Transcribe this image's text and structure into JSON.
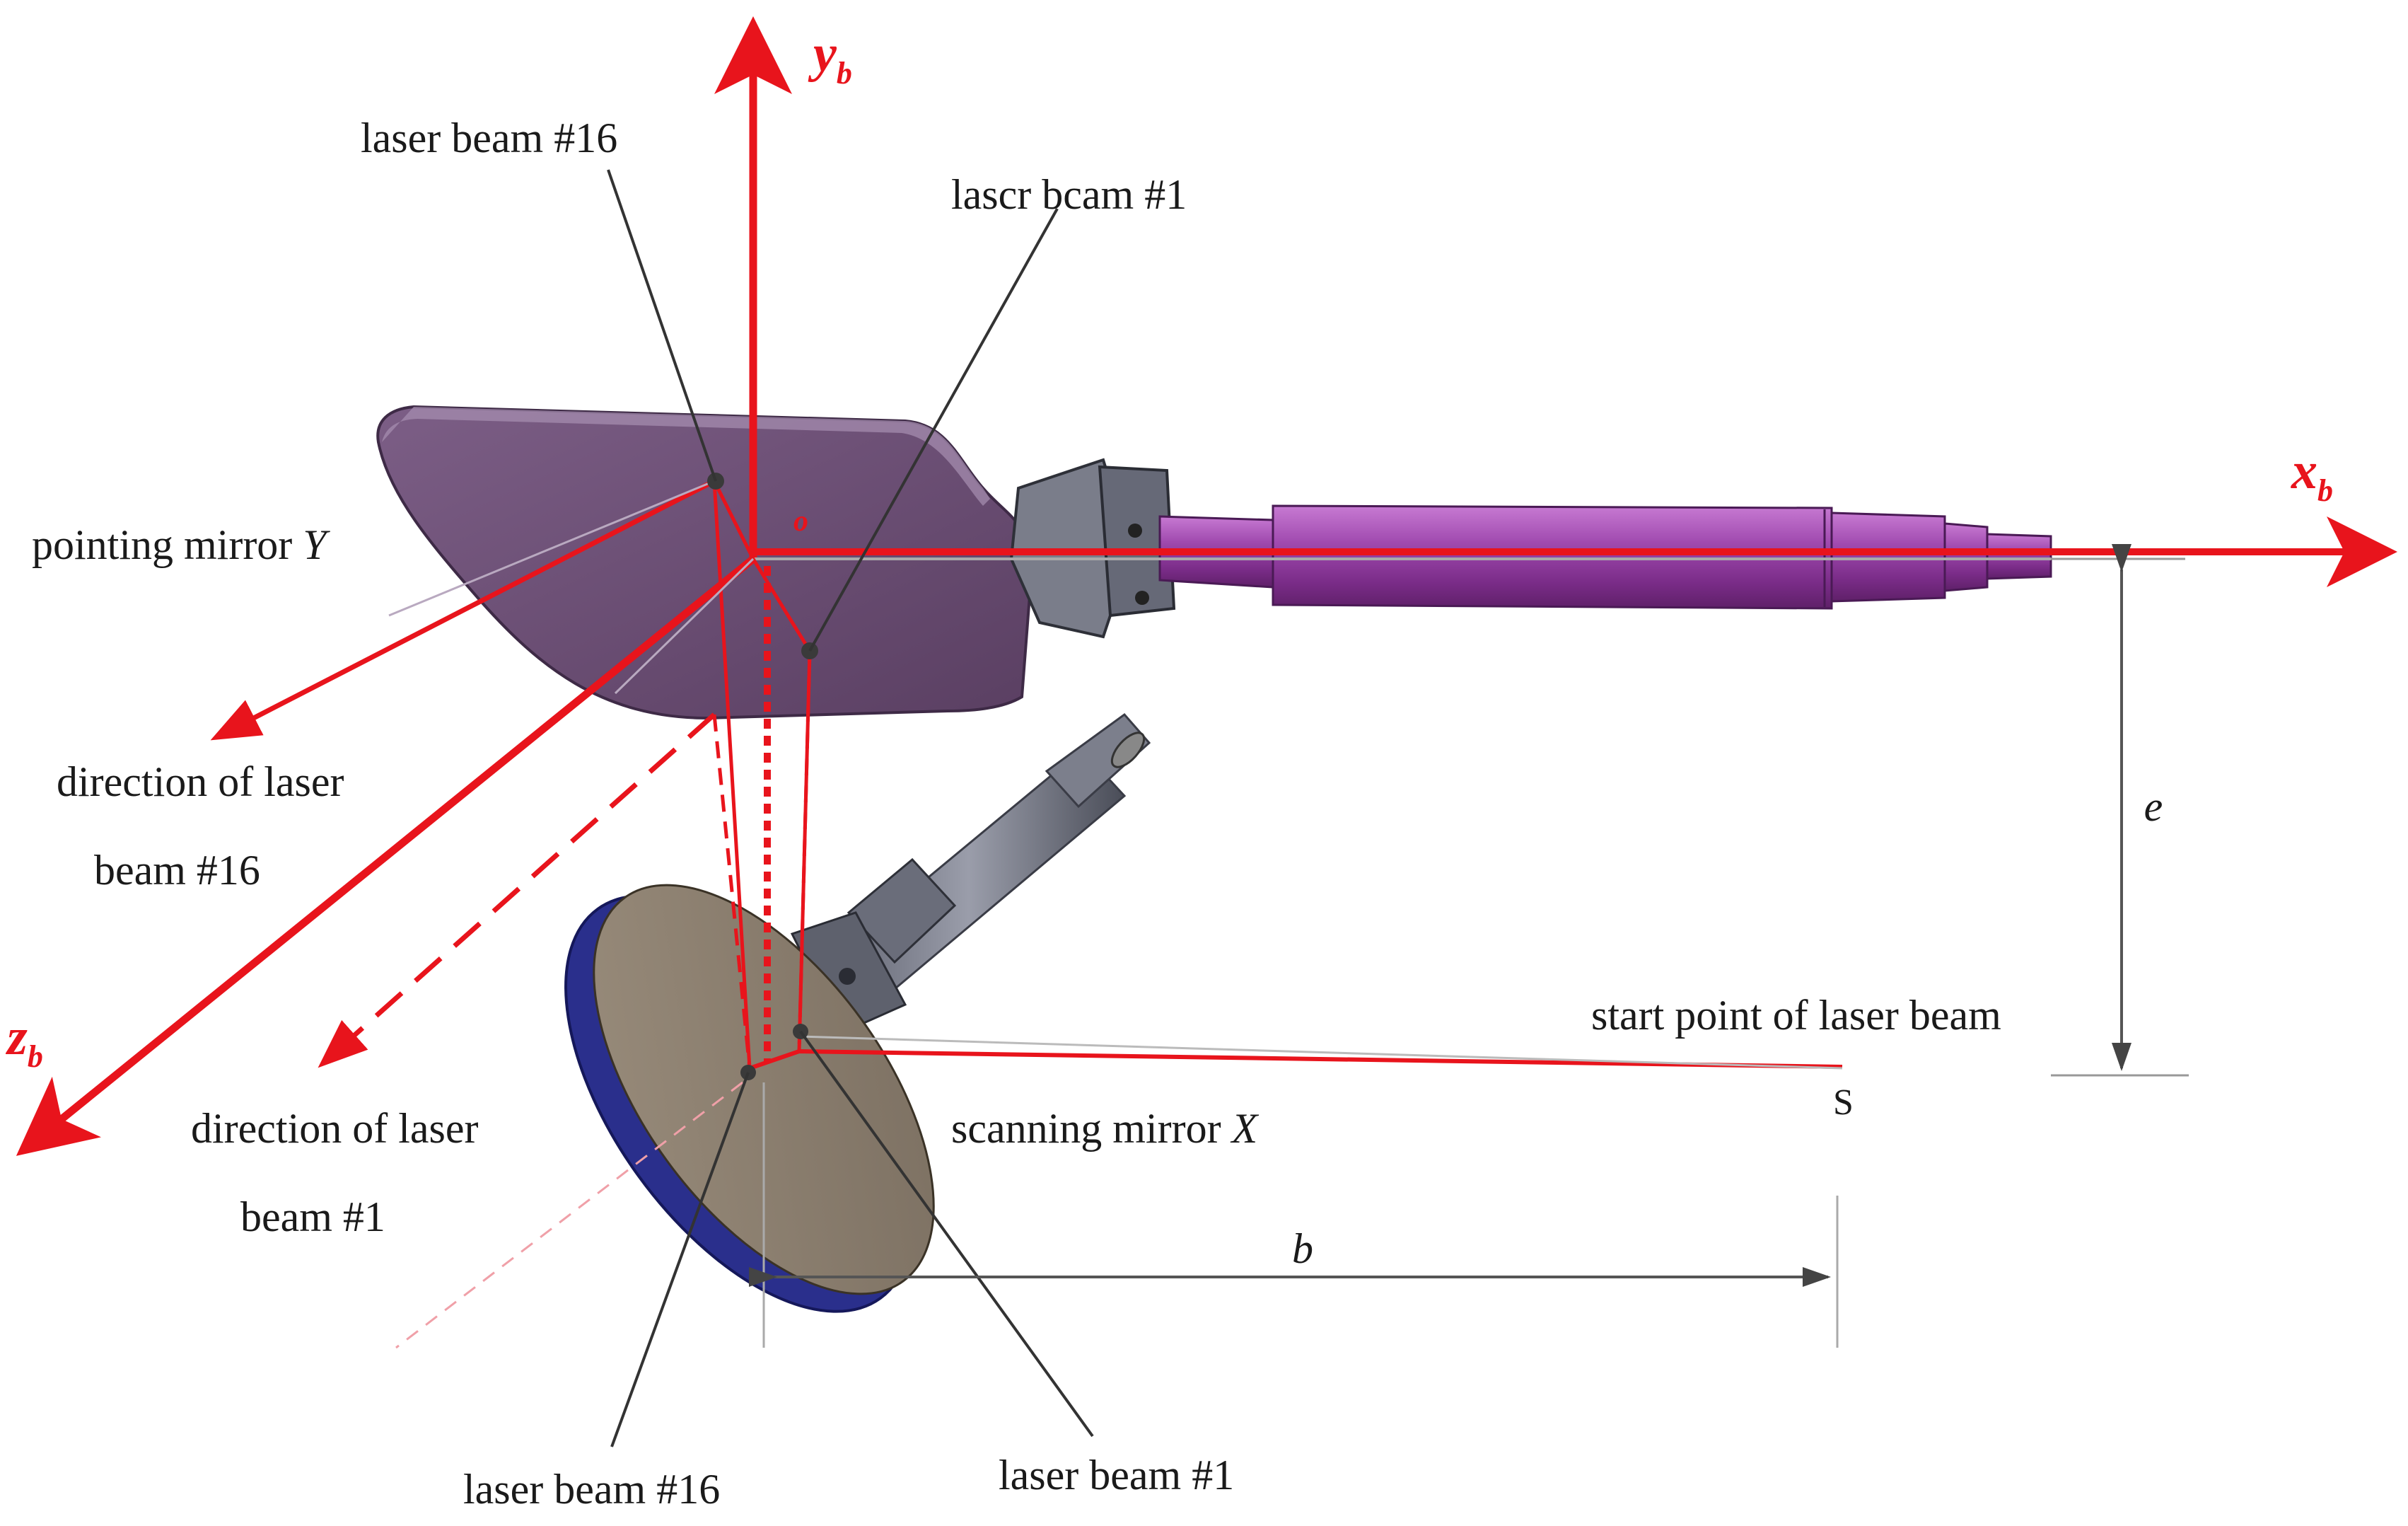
{
  "axes": {
    "y_main": "y",
    "y_sub": "b",
    "x_main": "x",
    "x_sub": "b",
    "z_main": "z",
    "z_sub": "b",
    "origin": "o"
  },
  "labels": {
    "laser_beam_16_top": "laser beam #16",
    "laser_beam_1_top": "lascr bcam #1",
    "pointing_mirror": "pointing mirror ",
    "pointing_mirror_var": "Y",
    "direction_16_line1": "direction of laser",
    "direction_16_line2": "beam #16",
    "direction_1_line1": "direction of laser",
    "direction_1_line2": "beam #1",
    "scanning_mirror": "scanning mirror ",
    "scanning_mirror_var": "X",
    "start_point": "start point of laser beam",
    "s_point": "S",
    "laser_beam_16_bottom": "laser beam #16",
    "laser_beam_1_bottom": "laser beam #1"
  },
  "dimensions": {
    "e": "e",
    "b": "b"
  },
  "colors": {
    "axis": "#e8141c",
    "beam": "#e8141c",
    "pointing_mirror": "#6e4f78",
    "shaft": "#9a3fa6",
    "scanning_mirror_face": "#8c7e6e",
    "scanning_mirror_rim": "#2a2f8c",
    "leader": "#333333",
    "dimension": "#555555"
  }
}
